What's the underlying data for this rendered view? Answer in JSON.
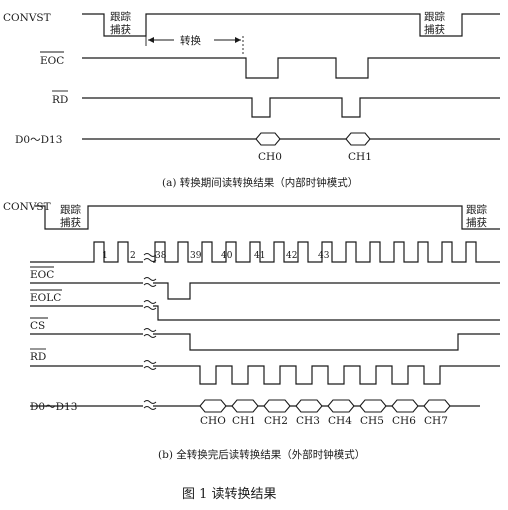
{
  "diagram_a": {
    "signals": {
      "convst": "CONVST",
      "eoc": "EOC",
      "rd": "RD",
      "data": "D0～D13"
    },
    "track_label_top": "跟踪",
    "track_label_bottom": "捕获",
    "convert_label": "转换",
    "channels": [
      "CH0",
      "CH1"
    ],
    "caption": "(a)  转换期间读转换结果（内部时钟模式）"
  },
  "diagram_b": {
    "signals": {
      "convst": "CONVST",
      "clock": "",
      "eoc": "EOC",
      "eolc": "EOLC",
      "cs": "CS",
      "rd": "RD",
      "data": "D0～D13"
    },
    "track_label_top": "跟踪",
    "track_label_bottom": "捕获",
    "clock_numbers": [
      "1",
      "2",
      "38",
      "39",
      "40",
      "41",
      "42",
      "43"
    ],
    "channels": [
      "CHO",
      "CH1",
      "CH2",
      "CH3",
      "CH4",
      "CH5",
      "CH6",
      "CH7"
    ],
    "caption": "(b)  全转换完后读转换结果（外部时钟模式）"
  },
  "figure_title": "图 1    读转换结果"
}
